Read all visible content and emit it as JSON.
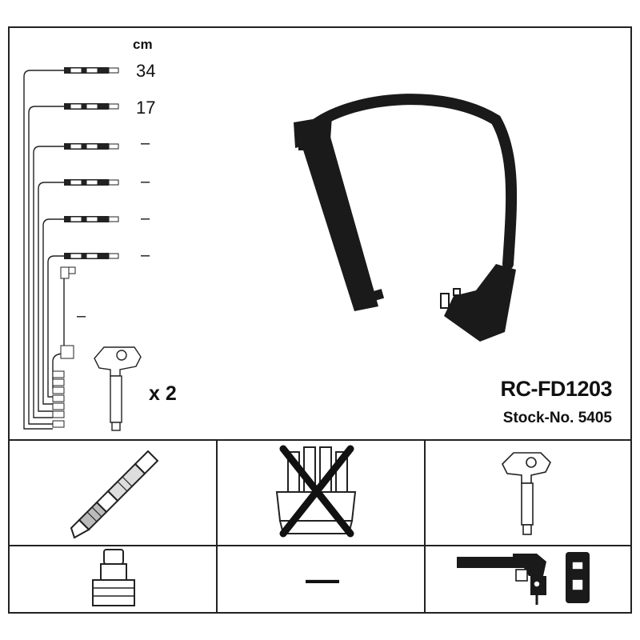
{
  "length_unit": "cm",
  "lengths": [
    "34",
    "17",
    "–",
    "–",
    "–",
    "–",
    "–"
  ],
  "quantity": "x 2",
  "model": "RC-FD1203",
  "stock_number": "Stock-No. 5405",
  "part_cells": {
    "empty_cell_symbol": "—",
    "distributor_cap_not_included": true
  }
}
